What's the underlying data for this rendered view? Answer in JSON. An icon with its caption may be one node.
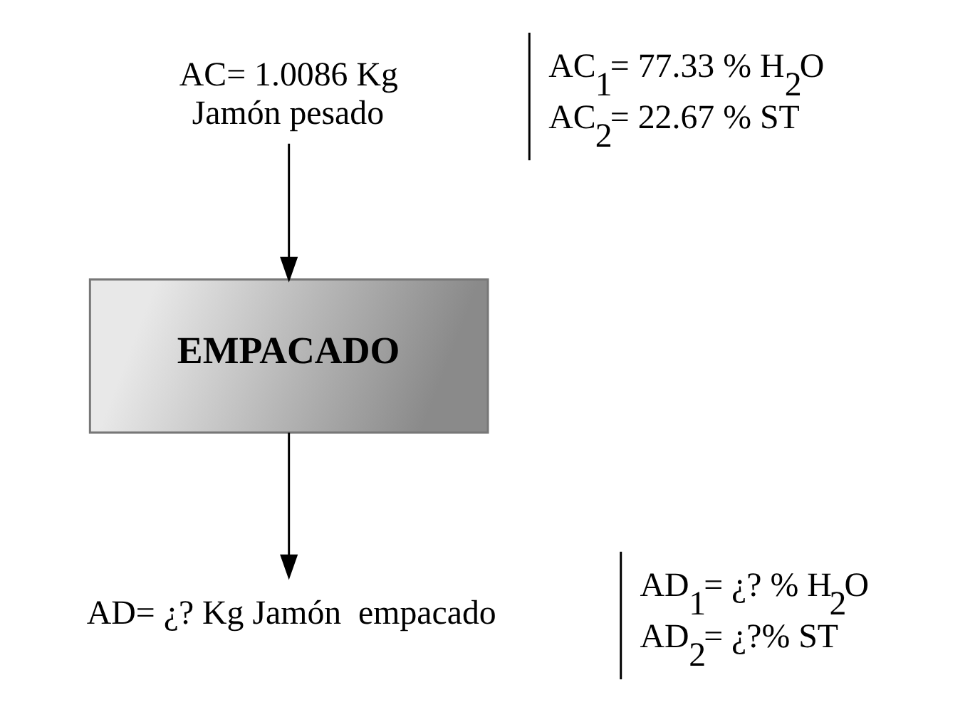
{
  "diagram": {
    "nodes": [
      {
        "text": [
          "AC= 1.0086 Kg",
          "Jamón pesado"
        ]
      },
      {
        "text": [
          "EMPACADO"
        ]
      },
      {
        "text": [
          "AD= ¿? Kg Jamón  empacado"
        ]
      }
    ],
    "edges": [
      {
        "from": 0,
        "to": 1,
        "arrow": "to"
      },
      {
        "from": 1,
        "to": 2,
        "arrow": "to"
      }
    ],
    "labels": [
      "AC$_{1}$= 77.33 % H$_{2}$O",
      "AC$_{2}$= 22.67 % ST",
      "AD$_{1}$= ¿? % H$_{2}$O",
      "AD$_{2}$= ¿?% ST"
    ]
  }
}
